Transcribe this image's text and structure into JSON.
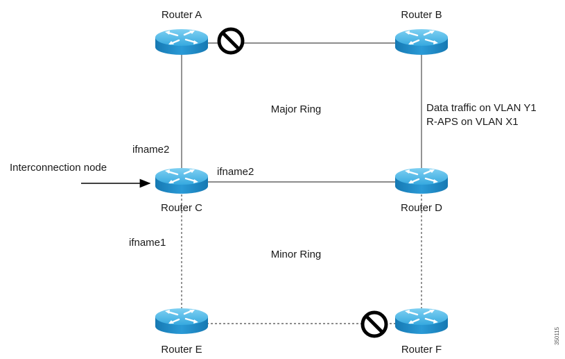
{
  "routers": {
    "a": {
      "label": "Router A"
    },
    "b": {
      "label": "Router B"
    },
    "c": {
      "label": "Router C"
    },
    "d": {
      "label": "Router D"
    },
    "e": {
      "label": "Router E"
    },
    "f": {
      "label": "Router F"
    }
  },
  "rings": {
    "major": "Major Ring",
    "minor": "Minor Ring"
  },
  "traffic": {
    "line1": "Data traffic on VLAN Y1",
    "line2": "R-APS on VLAN X1"
  },
  "interfaces": {
    "c_top": "ifname2",
    "c_right": "ifname2",
    "c_bottom": "ifname1"
  },
  "interconnection_label": "Interconnection node",
  "figure_id": "350115",
  "blocked_links": [
    "Router A - Router B",
    "Router E - Router F"
  ],
  "colors": {
    "router_body": "#1f9ad6",
    "router_top": "#5cc0ea",
    "link": "#666666",
    "block": "#000000"
  },
  "icons": {
    "router": "router-icon",
    "block": "blocked-port-icon"
  }
}
